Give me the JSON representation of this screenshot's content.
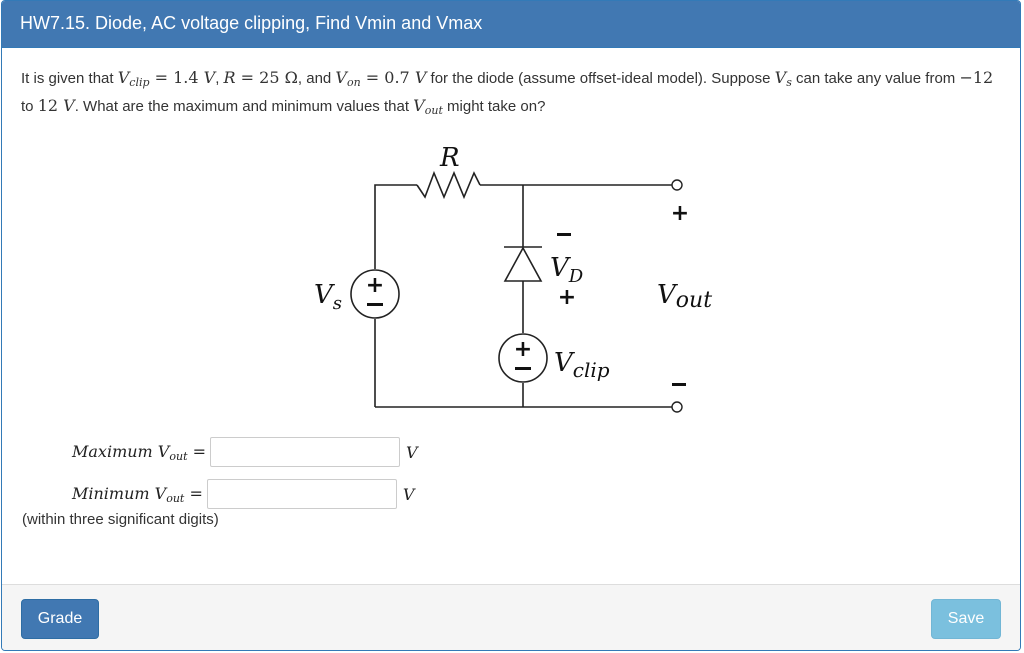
{
  "header": {
    "title": "HW7.15. Diode, AC voltage clipping, Find Vmin and Vmax"
  },
  "prompt": {
    "t1": "It is given that ",
    "vclip_sym": "V",
    "vclip_sub": "clip",
    "eq1": " = 1.4 ",
    "unit_v": "V",
    "t2": ", ",
    "r_sym": "R",
    "eq2": " = 25 Ω",
    "t3": ", and ",
    "von_sym": "V",
    "von_sub": "on",
    "eq3": " = 0.7 ",
    "t4": " for the diode (assume offset-ideal model). Suppose ",
    "vs_sym": "V",
    "vs_sub": "s",
    "t5": " can take any value from ",
    "range_lo": "−12",
    "t6": " to ",
    "range_hi": "12 ",
    "t7": ". What are the maximum and minimum values that ",
    "vout_sym": "V",
    "vout_sub": "out",
    "t8": " might take on?"
  },
  "circuit": {
    "labels": {
      "R": "R",
      "Vs": "V",
      "Vs_sub": "s",
      "VD": "V",
      "VD_sub": "D",
      "Vclip": "V",
      "Vclip_sub": "clip",
      "Vout": "V",
      "Vout_sub": "out",
      "plus": "+",
      "minus": "−"
    }
  },
  "answers": {
    "max": {
      "label_word": "Maximum ",
      "label_sym": "V",
      "label_sub": "out",
      "eq": " =",
      "value": "",
      "unit": "V"
    },
    "min": {
      "label_word": "Minimum ",
      "label_sym": "V",
      "label_sub": "out",
      "eq": " =",
      "value": "",
      "unit": "V"
    },
    "note": "(within three significant digits)"
  },
  "footer": {
    "grade_label": "Grade",
    "save_label": "Save"
  },
  "colors": {
    "header_bg": "#4178b2",
    "grade_bg": "#4178b2",
    "save_bg": "#75bedd",
    "footer_bg": "#f5f5f5"
  }
}
